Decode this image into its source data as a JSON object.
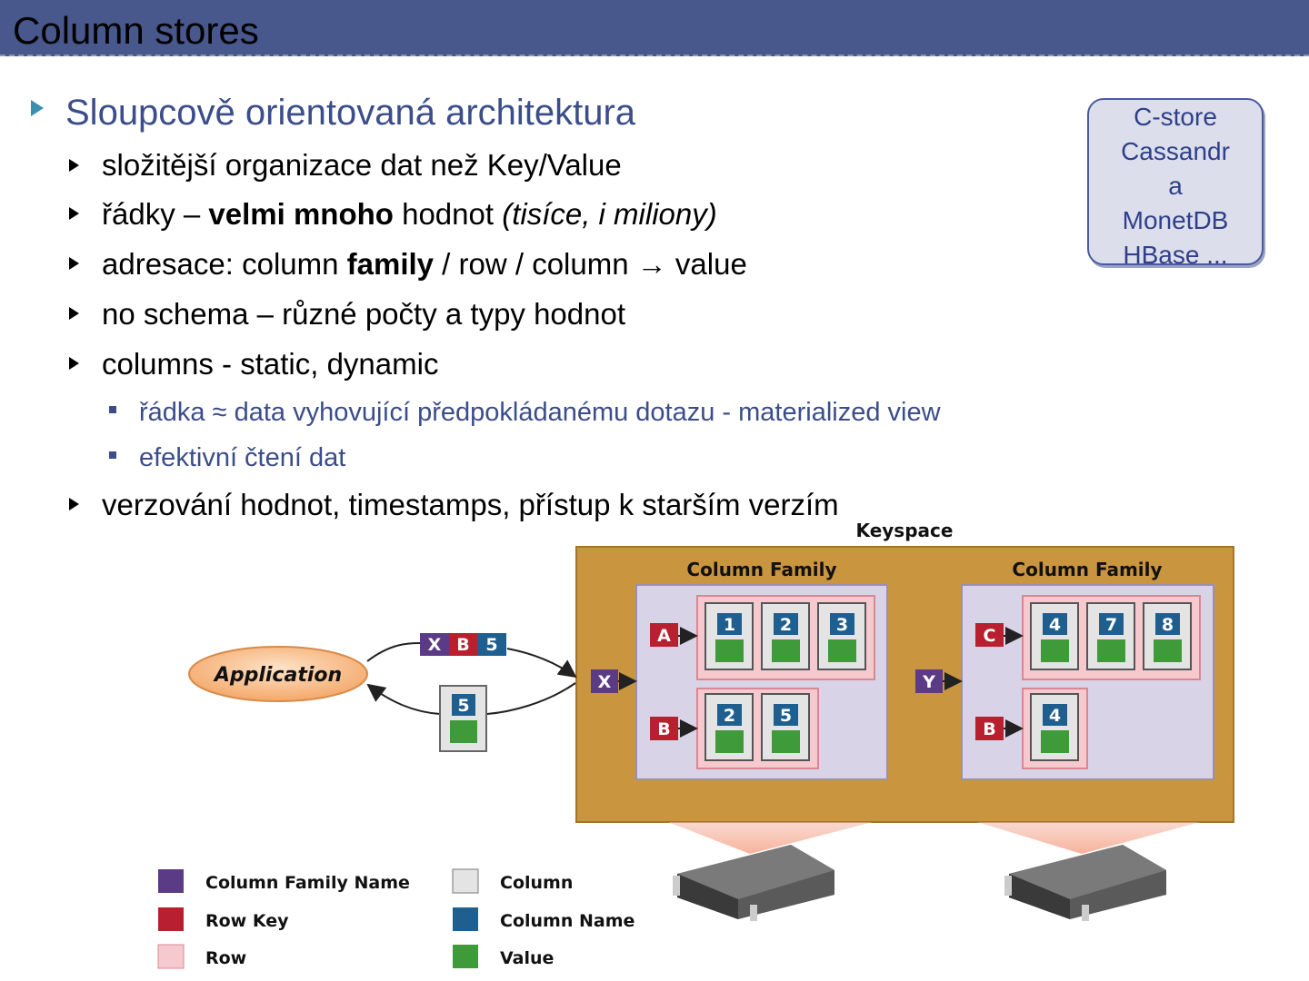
{
  "title": "Column stores",
  "heading": "Sloupcově orientovaná architektura",
  "bullets": {
    "b1": "složitější organizace dat než Key/Value",
    "b2_a": "řádky – ",
    "b2_bold": "velmi mnoho",
    "b2_b": " hodnot ",
    "b2_italic": "(tisíce, i miliony)",
    "b3_a": "adresace: column ",
    "b3_bold": "family",
    "b3_b": " / row / column  →  value",
    "b4": "no schema – různé počty a typy hodnot",
    "b5": "columns - static, dynamic",
    "b5_sub1": "řádka ≈ data vyhovující předpokládanému dotazu - materialized view",
    "b5_sub2": "efektivní čtení dat",
    "b6": "verzování hodnot, timestamps, přístup k starším verzím"
  },
  "callout": {
    "lines": [
      "C-store",
      "Cassandr",
      "a",
      "MonetDB",
      "HBase ..."
    ]
  },
  "diagram": {
    "keyspace_label": "Keyspace",
    "cf_label": "Column Family",
    "application_label": "Application",
    "msg_blocks": [
      "X",
      "B",
      "5"
    ],
    "reply_block": "5",
    "cf1_name": "X",
    "cf2_name": "Y",
    "rows": {
      "cf1_row1_key": "A",
      "cf1_row1_cols": [
        "1",
        "2",
        "3"
      ],
      "cf1_row2_key": "B",
      "cf1_row2_cols": [
        "2",
        "5"
      ],
      "cf2_row1_key": "C",
      "cf2_row1_cols": [
        "4",
        "7",
        "8"
      ],
      "cf2_row2_key": "B",
      "cf2_row2_cols": [
        "4"
      ]
    },
    "legend": {
      "cf_name": "Column Family Name",
      "row_key": "Row Key",
      "row": "Row",
      "column": "Column",
      "column_name": "Column Name",
      "value": "Value"
    }
  },
  "colors": {
    "title_bar": "#48588c",
    "heading": "#3b4d8a",
    "keyspace": "#c9953f",
    "cf_panel": "#d9d3e8",
    "row_bg": "#f6c9cf",
    "cf_name": "#5b3a86",
    "row_key": "#b81f2f",
    "column_name": "#1f5f8f",
    "value": "#3f9a3a"
  }
}
